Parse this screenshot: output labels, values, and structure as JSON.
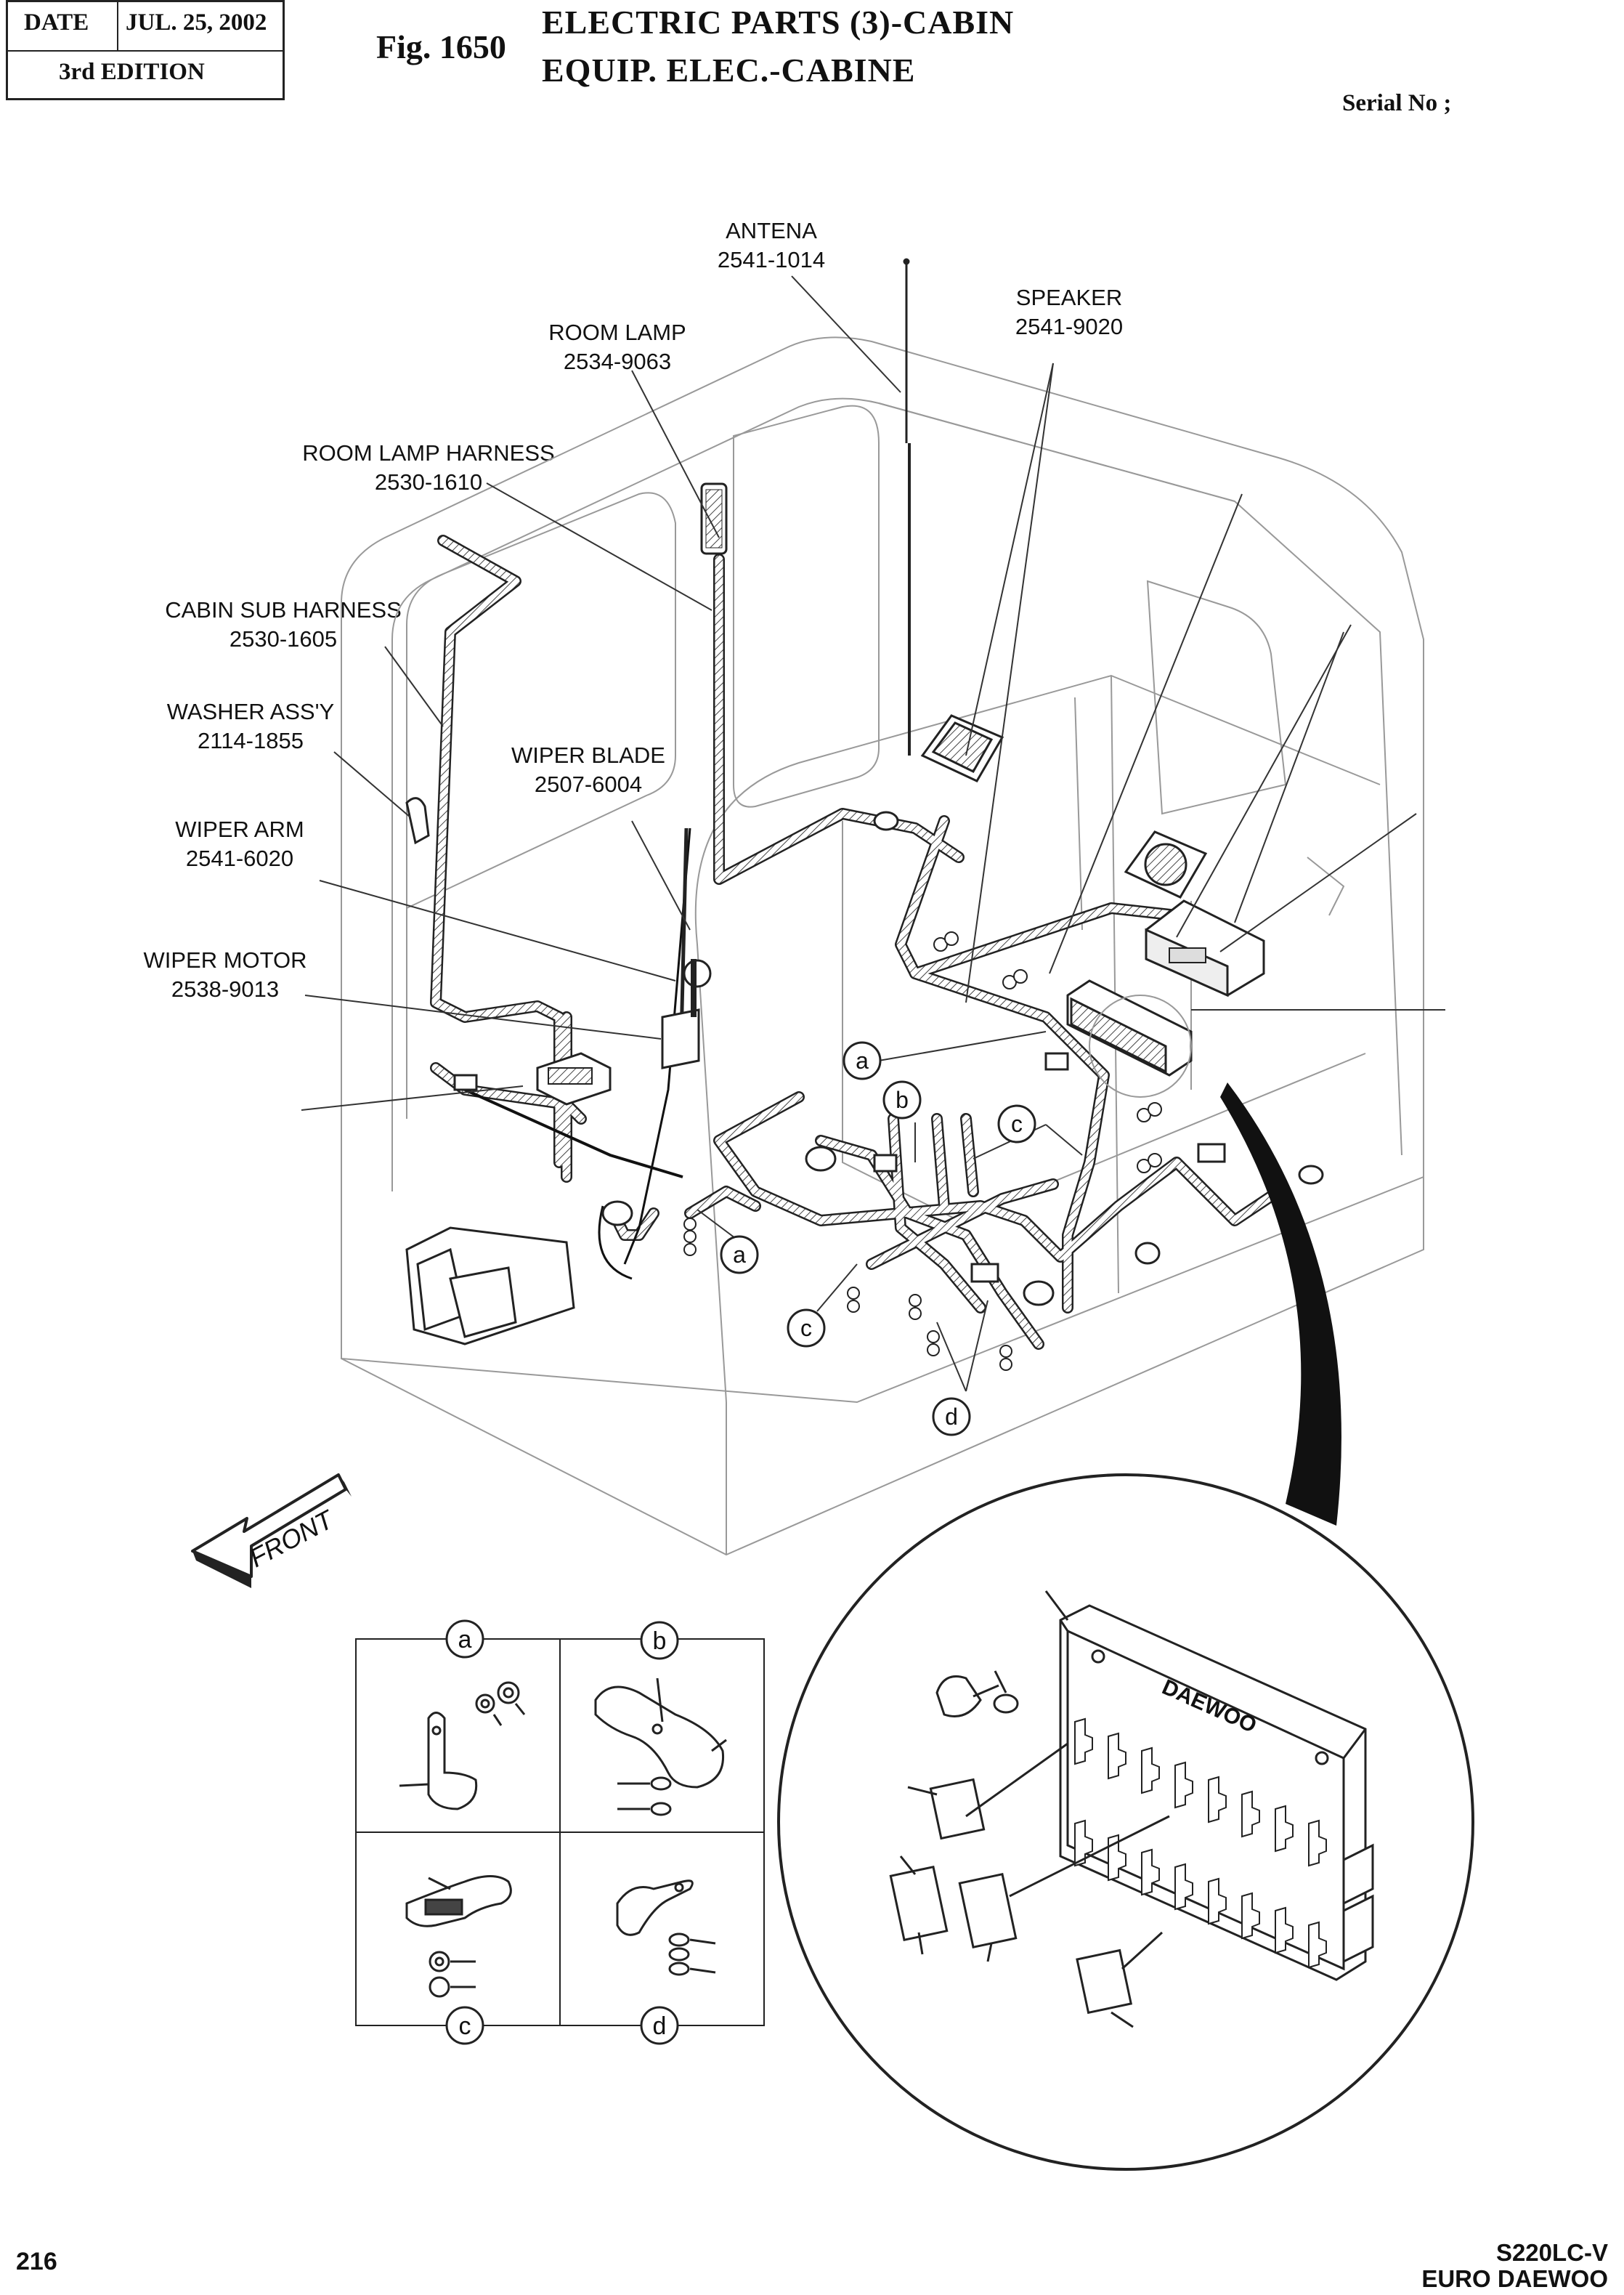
{
  "header": {
    "date_label": "DATE",
    "date_value": "JUL. 25, 2002",
    "edition": "3rd  EDITION",
    "fig_no": "Fig. 1650",
    "title_line1": "ELECTRIC PARTS (3)-CABIN",
    "title_line2": "EQUIP. ELEC.-CABINE",
    "serial": "Serial No ;"
  },
  "callouts": [
    {
      "name": "ANTENA",
      "part": "2541-1014"
    },
    {
      "name": "SPEAKER",
      "part": "2541-9020"
    },
    {
      "name": "ROOM LAMP",
      "part": "2534-9063"
    },
    {
      "name": "ROOM LAMP HARNESS",
      "part": "2530-1610"
    },
    {
      "name": "CABIN SUB HARNESS",
      "part": "2530-1605"
    },
    {
      "name": "WASHER ASS'Y",
      "part": "2114-1855"
    },
    {
      "name": "WIPER BLADE",
      "part": "2507-6004"
    },
    {
      "name": "WIPER ARM",
      "part": "2541-6020"
    },
    {
      "name": "WIPER MOTOR",
      "part": "2538-9013"
    }
  ],
  "clip_letters": {
    "a": "a",
    "b": "b",
    "c": "c",
    "d": "d"
  },
  "front_label": "FRONT",
  "fuse_brand": "DAEWOO",
  "footer": {
    "page": "216",
    "model": "S220LC-V",
    "brand": "EURO DAEWOO"
  }
}
